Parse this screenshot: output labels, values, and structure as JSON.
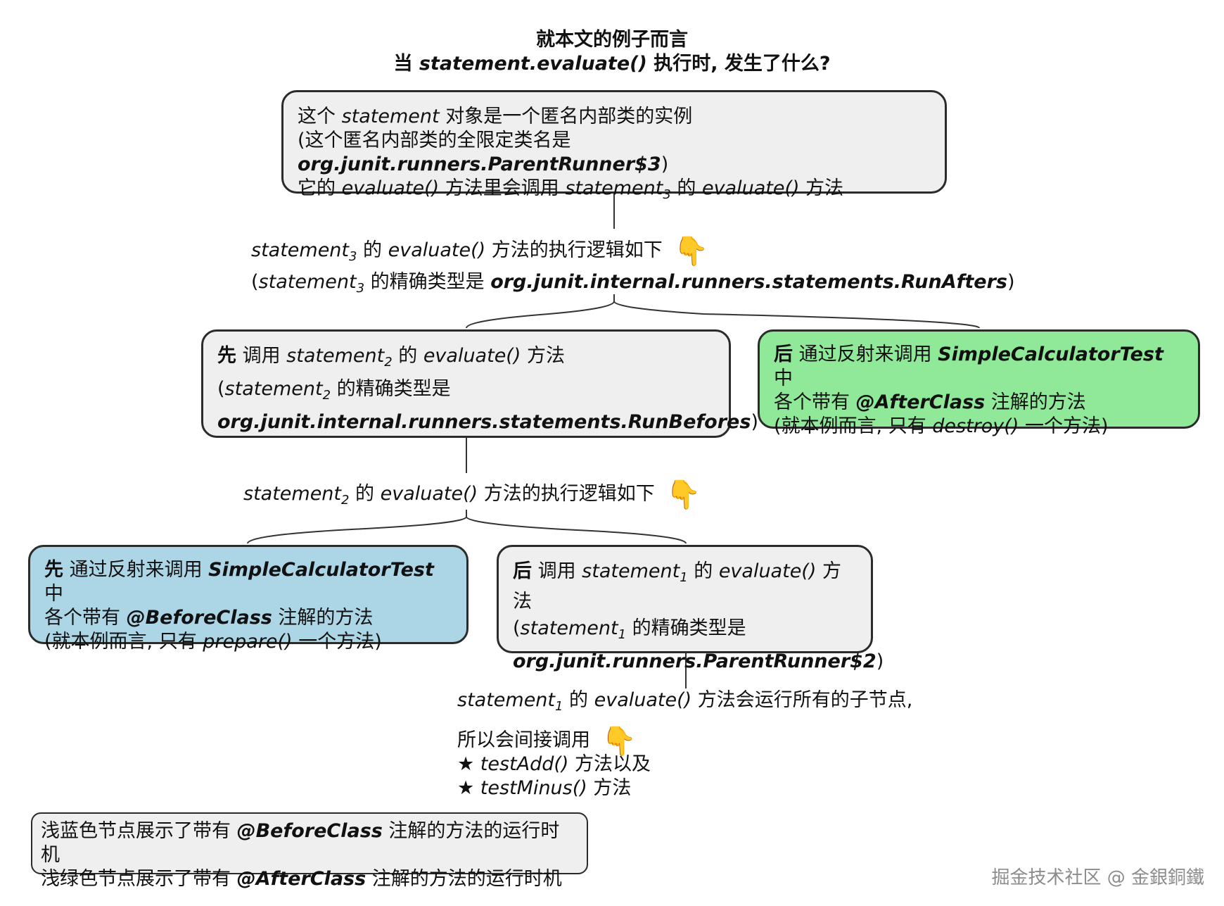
{
  "title": {
    "line1": "就本文的例子而言",
    "line2_pre": "当 ",
    "line2_code": "statement.evaluate()",
    "line2_post": " 执行时, 发生了什么?"
  },
  "box_top": {
    "l1_a": "这个 ",
    "l1_b": "statement",
    "l1_c": " 对象是一个匿名内部类的实例",
    "l2_a": "(这个匿名内部类的全限定类名是 ",
    "l2_b": "org.junit.runners.ParentRunner$3",
    "l2_c": ")",
    "l3_a": "它的 ",
    "l3_b": "evaluate()",
    "l3_c": " 方法里会调用 ",
    "l3_d": "statement",
    "l3_sub": "3",
    "l3_e": " 的 ",
    "l3_f": "evaluate()",
    "l3_g": " 方法"
  },
  "label_s3": {
    "l1_a": "statement",
    "l1_sub": "3",
    "l1_b": " 的 ",
    "l1_c": "evaluate()",
    "l1_d": " 方法的执行逻辑如下",
    "l2_a": "(",
    "l2_b": "statement",
    "l2_sub": "3",
    "l2_c": " 的精确类型是 ",
    "l2_d": "org.junit.internal.runners.statements.RunAfters",
    "l2_e": ")"
  },
  "box_s2": {
    "l1_a": "先",
    "l1_b": " 调用 ",
    "l1_c": "statement",
    "l1_sub": "2",
    "l1_d": " 的 ",
    "l1_e": "evaluate()",
    "l1_f": " 方法",
    "l2_a": "(",
    "l2_b": "statement",
    "l2_sub": "2",
    "l2_c": " 的精确类型是",
    "l3_a": "org.junit.internal.runners.statements.RunBefores",
    "l3_b": ")"
  },
  "box_after": {
    "l1_a": "后",
    "l1_b": " 通过反射来调用 ",
    "l1_c": "SimpleCalculatorTest",
    "l1_d": " 中",
    "l2_a": "各个带有 ",
    "l2_b": "@AfterClass",
    "l2_c": " 注解的方法",
    "l3_a": "(就本例而言, 只有 ",
    "l3_b": "destroy()",
    "l3_c": " 一个方法)"
  },
  "label_s2": {
    "l1_a": "statement",
    "l1_sub": "2",
    "l1_b": " 的 ",
    "l1_c": "evaluate()",
    "l1_d": " 方法的执行逻辑如下"
  },
  "box_before": {
    "l1_a": "先",
    "l1_b": " 通过反射来调用 ",
    "l1_c": "SimpleCalculatorTest",
    "l1_d": " 中",
    "l2_a": "各个带有 ",
    "l2_b": "@BeforeClass",
    "l2_c": " 注解的方法",
    "l3_a": "(就本例而言, 只有 ",
    "l3_b": "prepare()",
    "l3_c": " 一个方法)"
  },
  "box_s1": {
    "l1_a": "后",
    "l1_b": " 调用 ",
    "l1_c": "statement",
    "l1_sub": "1",
    "l1_d": " 的 ",
    "l1_e": "evaluate()",
    "l1_f": " 方法",
    "l2_a": "(",
    "l2_b": "statement",
    "l2_sub": "1",
    "l2_c": " 的精确类型是",
    "l3_a": "org.junit.runners.ParentRunner$2",
    "l3_b": ")"
  },
  "label_s1": {
    "l1_a": "statement",
    "l1_sub": "1",
    "l1_b": " 的 ",
    "l1_c": "evaluate()",
    "l1_d": " 方法会运行所有的子节点,",
    "l2": "所以会间接调用",
    "l3_a": "★ ",
    "l3_b": "testAdd()",
    "l3_c": " 方法以及",
    "l4_a": "★ ",
    "l4_b": "testMinus()",
    "l4_c": " 方法"
  },
  "legend": {
    "l1_a": "浅蓝色节点展示了带有 ",
    "l1_b": "@BeforeClass",
    "l1_c": " 注解的方法的运行时机",
    "l2_a": "浅绿色节点展示了带有 ",
    "l2_b": "@AfterClass",
    "l2_c": " 注解的方法的运行时机"
  },
  "hand_glyph": "👇",
  "watermark": "掘金技术社区 @ 金銀銅鐵",
  "colors": {
    "grey_node": "#efefef",
    "blue_node": "#acd6e6",
    "green_node": "#90e899",
    "border": "#2b2b2b"
  }
}
